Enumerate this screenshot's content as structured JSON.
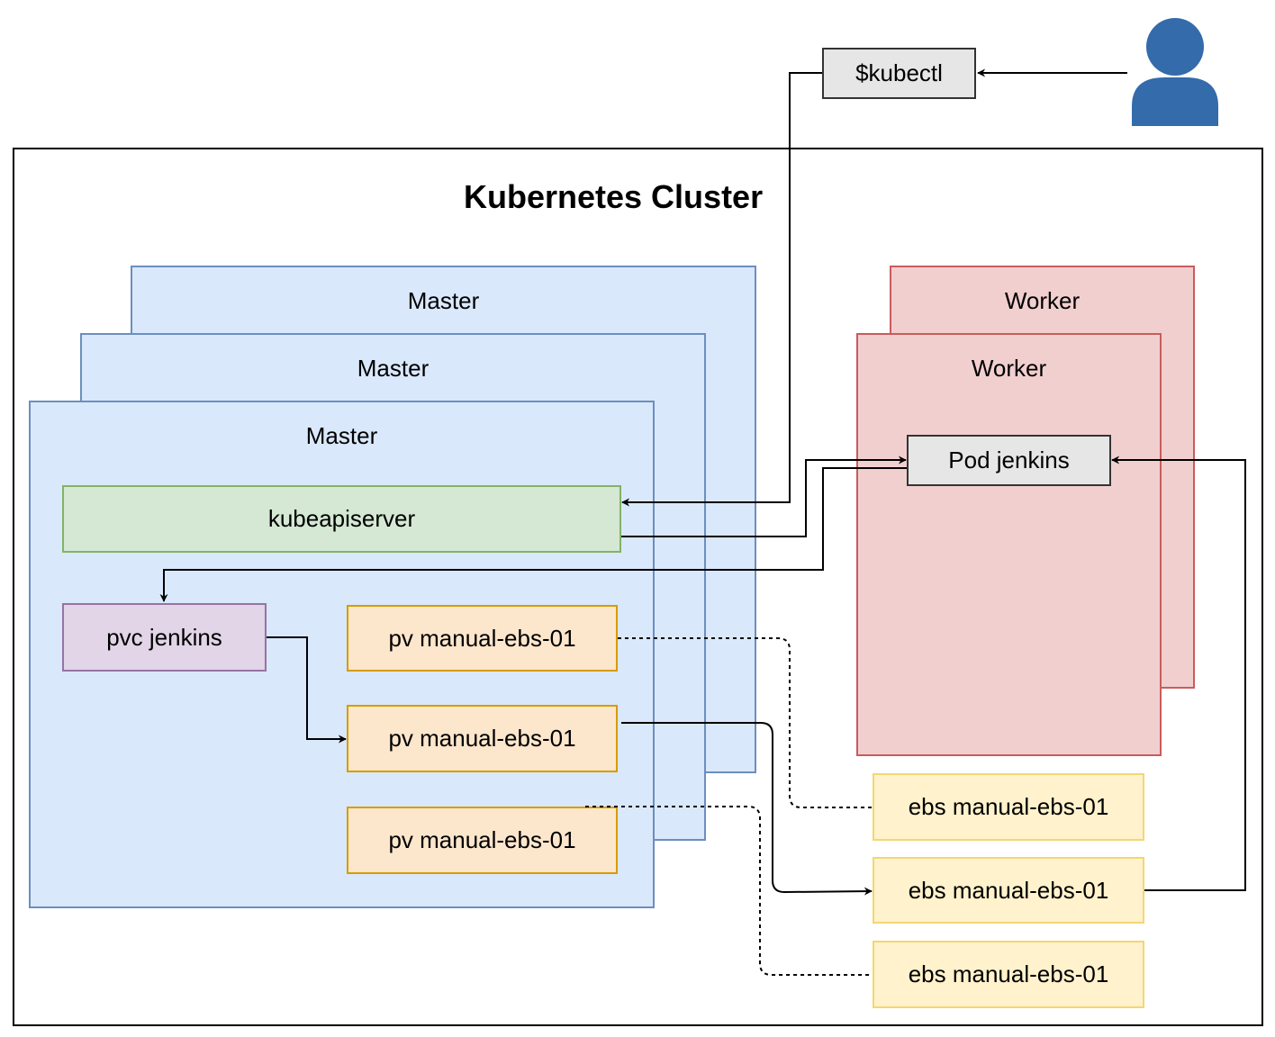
{
  "diagram": {
    "kubectl_label": "$kubectl",
    "user_icon": "user-icon",
    "cluster_title": "Kubernetes Cluster",
    "masters": [
      "Master",
      "Master",
      "Master"
    ],
    "workers": [
      "Worker",
      "Worker"
    ],
    "kubeapiserver_label": "kubeapiserver",
    "pod_label": "Pod jenkins",
    "pvc_label": "pvc jenkins",
    "pv_labels": [
      "pv manual-ebs-01",
      "pv manual-ebs-01",
      "pv manual-ebs-01"
    ],
    "ebs_labels": [
      "ebs manual-ebs-01",
      "ebs manual-ebs-01",
      "ebs manual-ebs-01"
    ],
    "colors": {
      "master_fill": "#dae8fc",
      "master_stroke": "#6c8ebf",
      "worker_fill": "#f2cfcf",
      "worker_stroke": "#c95c5c",
      "api_fill": "#d5e8d4",
      "pvc_fill": "#e1d5e7",
      "pv_fill": "#fce6cc",
      "ebs_fill": "#fff2cc",
      "user_fill": "#336bab"
    }
  }
}
